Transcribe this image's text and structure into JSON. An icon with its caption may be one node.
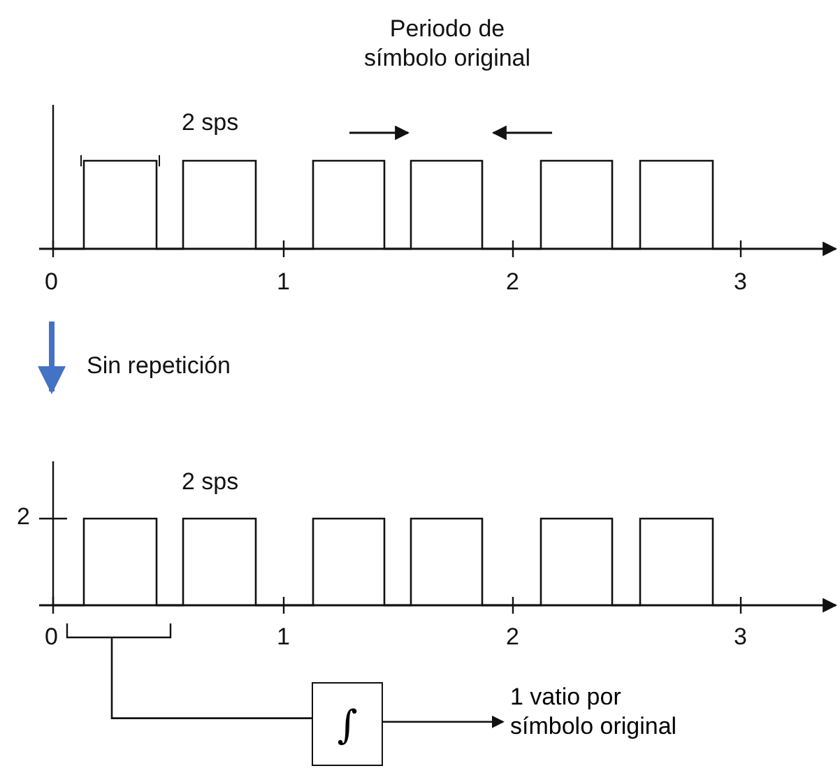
{
  "diagram": {
    "nodes": [
      {
        "text": [],
        "shape": "bracket"
      },
      {
        "text": [
          "∫"
        ]
      },
      {
        "text": [
          "1 vatio por símbolo original"
        ]
      }
    ],
    "edges": [
      {
        "from": 0,
        "to": 1,
        "arrow": "none"
      },
      {
        "from": 1,
        "to": 2,
        "arrow": "to"
      }
    ],
    "labels": [
      "2 sps",
      "Periodo de símbolo original",
      "0",
      "1",
      "2",
      "3",
      "Sin repetición",
      "2",
      "2 sps",
      "0",
      "1",
      "2",
      "3"
    ]
  }
}
